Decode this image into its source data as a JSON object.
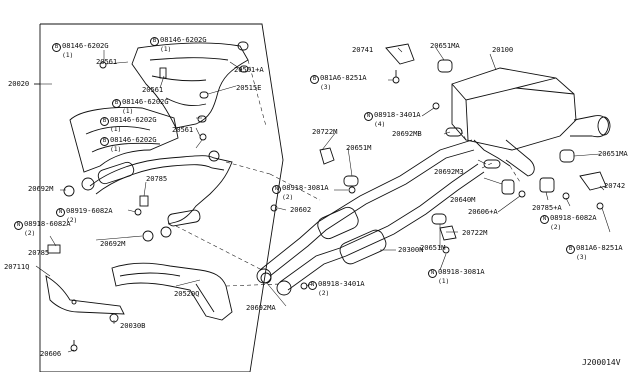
{
  "diagram_id": "J200014V",
  "colors": {
    "line": "#111111",
    "background": "#ffffff"
  },
  "callouts": {
    "c20020": "20020",
    "c08146_a": "08146-6202G",
    "c08146_a_qty": "(1)",
    "c08146_b": "08146-6202G",
    "c08146_b_qty": "(1)",
    "c08146_c": "08146-6202G",
    "c08146_c_qty": "(1)",
    "c08146_d": "08146-6202G",
    "c08146_d_qty": "(1)",
    "c08146_e": "08146-6202G",
    "c08146_e_qty": "(1)",
    "c20561_a": "20561",
    "c20561_b": "20561",
    "c20561_c": "20561",
    "c20561a": "20561+A",
    "c20515e": "20515E",
    "c20692m_a": "20692M",
    "c20692m_b": "20692M",
    "c20785": "20785",
    "c20785_b": "20785",
    "c08919": "08919-6082A",
    "c08919_qty": "(2)",
    "c08918_6082a": "08918-6082A",
    "c08918_6082a_qty": "(2)",
    "c20711q": "20711Q",
    "c20606": "20606",
    "c20030b": "20030B",
    "c20520q": "20520Q",
    "c20602": "20602",
    "c20722m_a": "20722M",
    "c20722m_b": "20722M",
    "c20651m_a": "20651M",
    "c20651m_b": "20651M",
    "c08918_3081a_a": "08918-3081A",
    "c08918_3081a_a_qty": "(2)",
    "c08918_3081a_b": "08918-3081A",
    "c08918_3081a_b_qty": "(1)",
    "c08918_3401a_a": "08918-3401A",
    "c08918_3401a_a_qty": "(4)",
    "c08918_3401a_b": "08918-3401A",
    "c08918_3401a_b_qty": "(2)",
    "c20300n": "20300N",
    "c20692ma": "20692MA",
    "c20741": "20741",
    "c20651ma_a": "20651MA",
    "c20651ma_b": "20651MA",
    "c081a6_a": "081A6-8251A",
    "c081a6_a_qty": "(3)",
    "c081a6_b": "081A6-8251A",
    "c081a6_b_qty": "(3)",
    "c20100": "20100",
    "c20692mb": "20692MB",
    "c20692m3": "20692M3",
    "c20640m": "20640M",
    "c20606a": "20606+A",
    "c20785a": "20785+A",
    "c08918_6082a_r": "08918-6082A",
    "c08918_6082a_r_qty": "(2)",
    "c20742": "20742"
  },
  "markers": {
    "bolt": "B",
    "nut": "N"
  }
}
